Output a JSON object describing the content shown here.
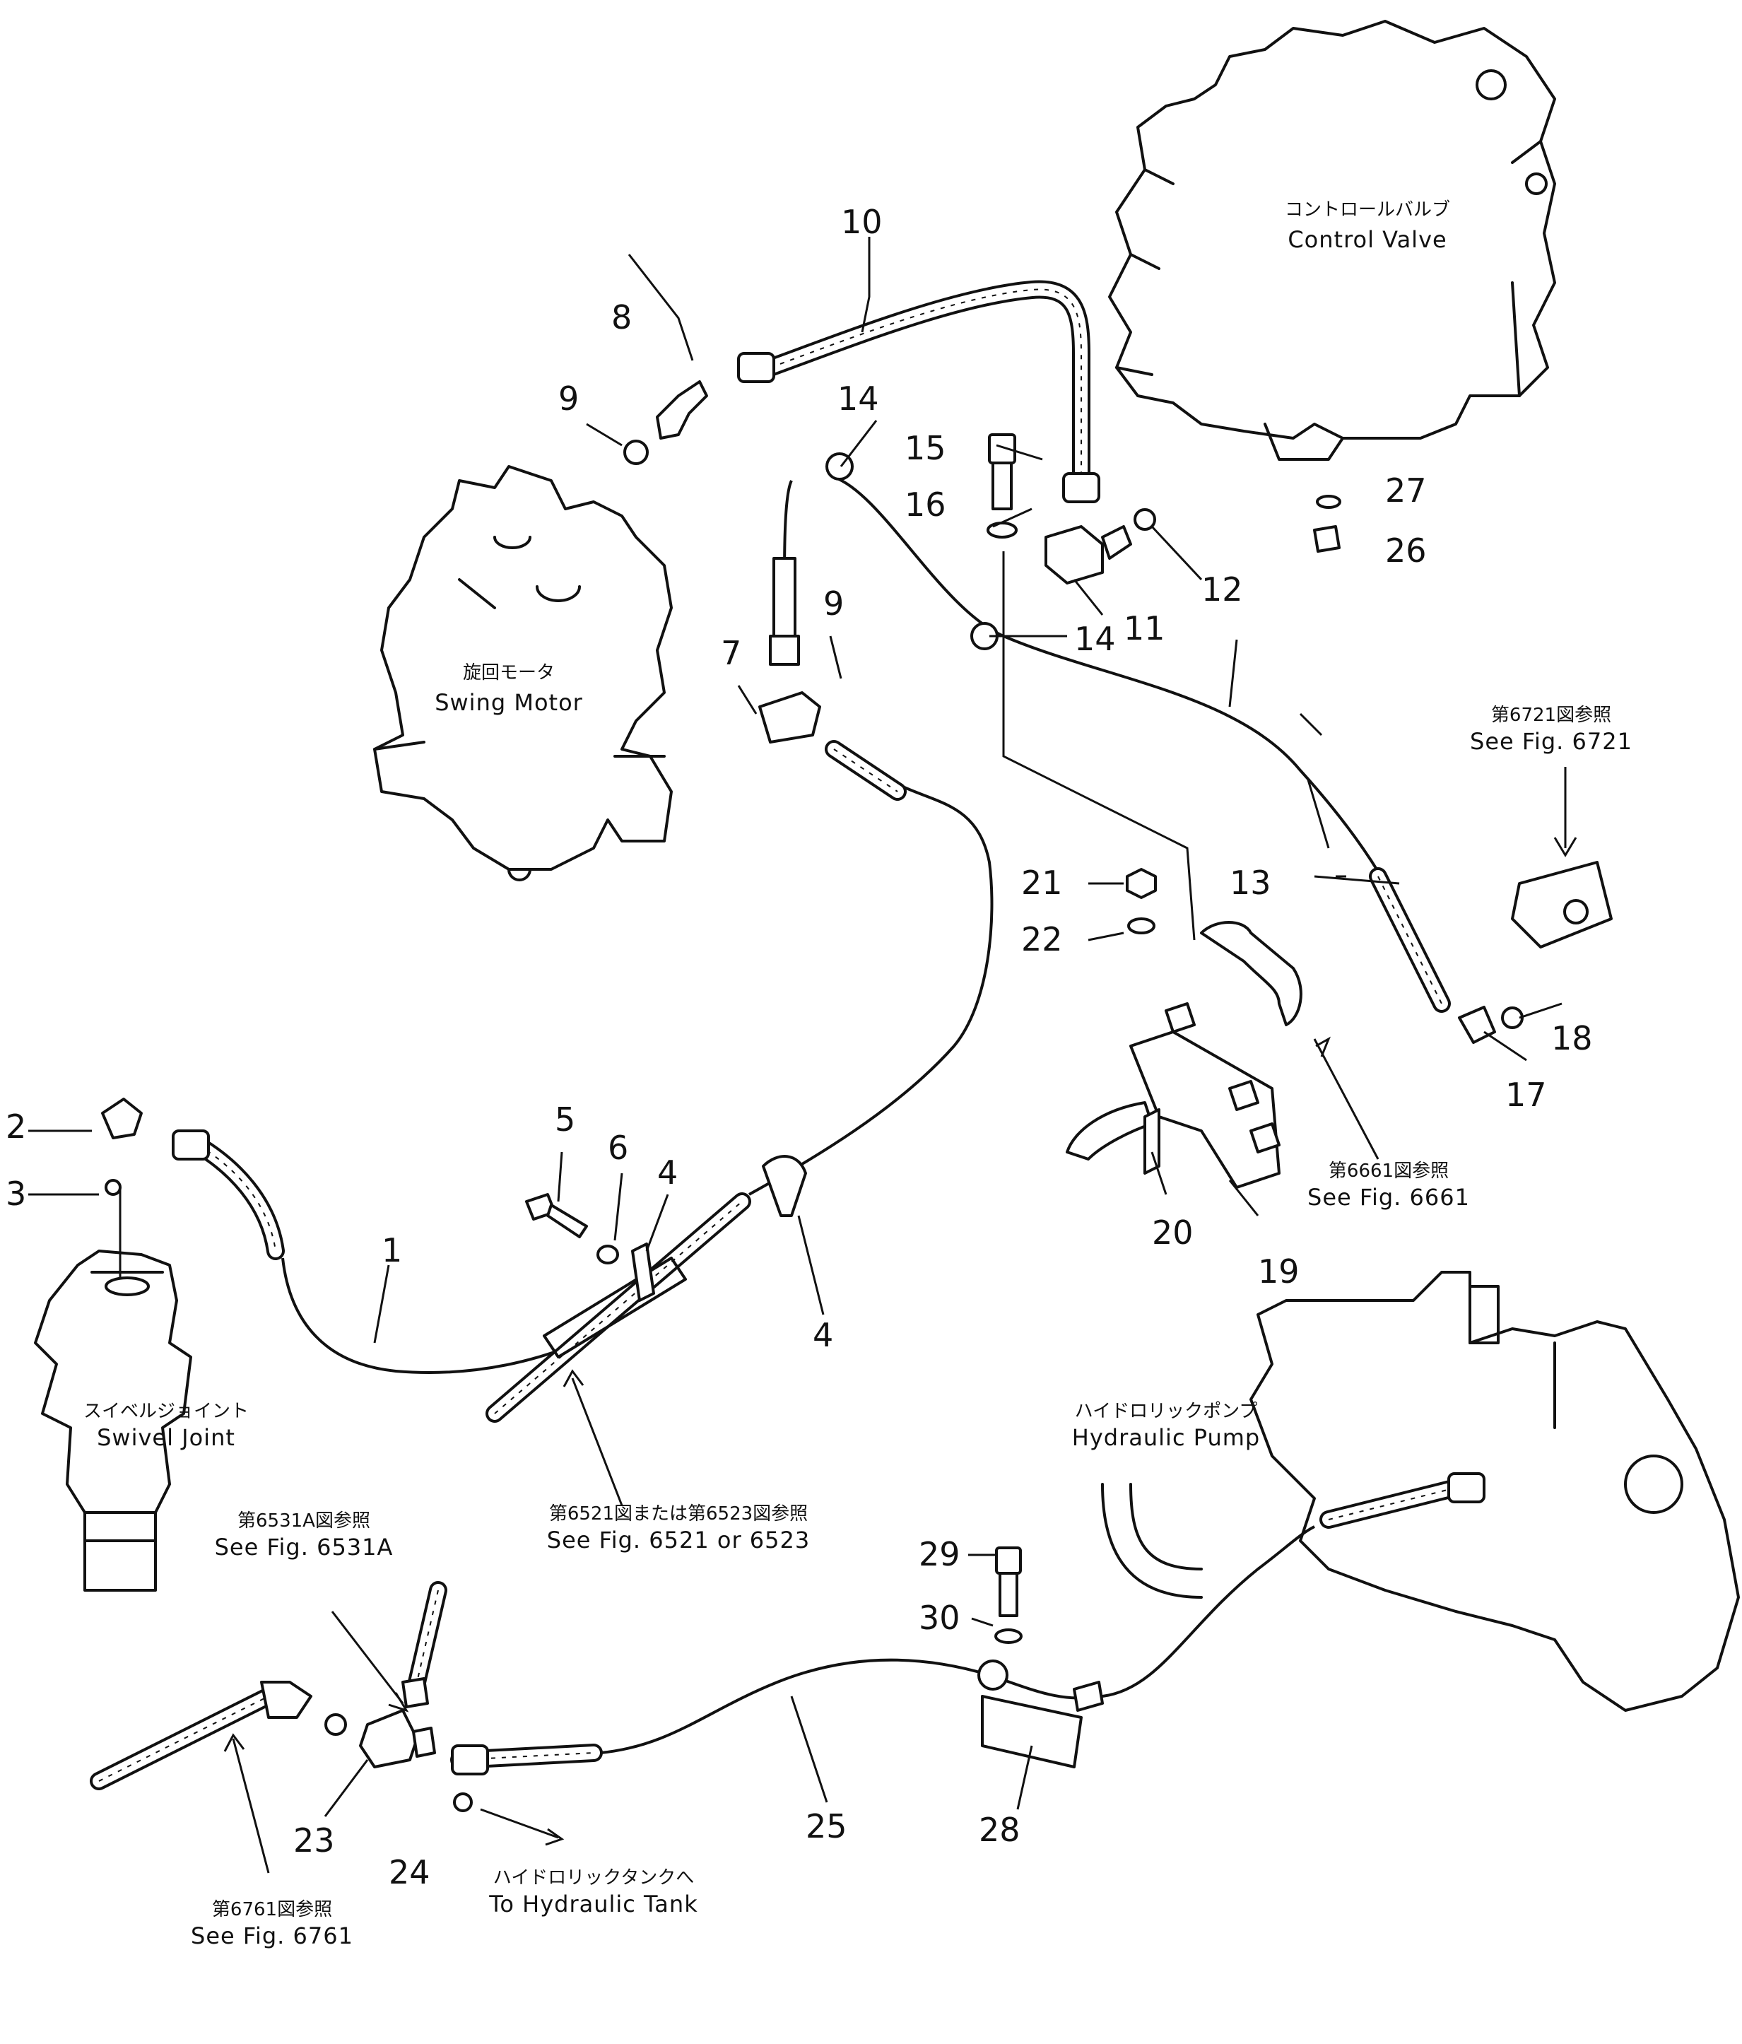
{
  "callouts": {
    "n1": "1",
    "n2": "2",
    "n3": "3",
    "n4a": "4",
    "n4b": "4",
    "n5": "5",
    "n6": "6",
    "n7": "7",
    "n8": "8",
    "n9a": "9",
    "n9b": "9",
    "n10": "10",
    "n11": "11",
    "n12": "12",
    "n13": "13",
    "n14a": "14",
    "n14b": "14",
    "n15": "15",
    "n16": "16",
    "n17": "17",
    "n18": "18",
    "n19": "19",
    "n20": "20",
    "n21": "21",
    "n22": "22",
    "n23": "23",
    "n24": "24",
    "n25": "25",
    "n26": "26",
    "n27": "27",
    "n28": "28",
    "n29": "29",
    "n30": "30"
  },
  "components": {
    "control_valve": {
      "jp": "コントロールバルブ",
      "en": "Control Valve"
    },
    "swing_motor": {
      "jp": "旋回モータ",
      "en": "Swing Motor"
    },
    "swivel_joint": {
      "jp": "スイベルジョイント",
      "en": "Swivel Joint"
    },
    "hydraulic_pump": {
      "jp": "ハイドロリックポンプ",
      "en": "Hydraulic Pump"
    }
  },
  "references": {
    "fig6721": {
      "jp": "第6721図参照",
      "en": "See Fig. 6721"
    },
    "fig6661": {
      "jp": "第6661図参照",
      "en": "See Fig. 6661"
    },
    "fig6521": {
      "jp": "第6521図または第6523図参照",
      "en": "See Fig. 6521 or 6523"
    },
    "fig6531a": {
      "jp": "第6531A図参照",
      "en": "See Fig. 6531A"
    },
    "fig6761": {
      "jp": "第6761図参照",
      "en": "See Fig. 6761"
    },
    "tank": {
      "jp": "ハイドロリックタンクへ",
      "en": "To Hydraulic Tank"
    }
  }
}
